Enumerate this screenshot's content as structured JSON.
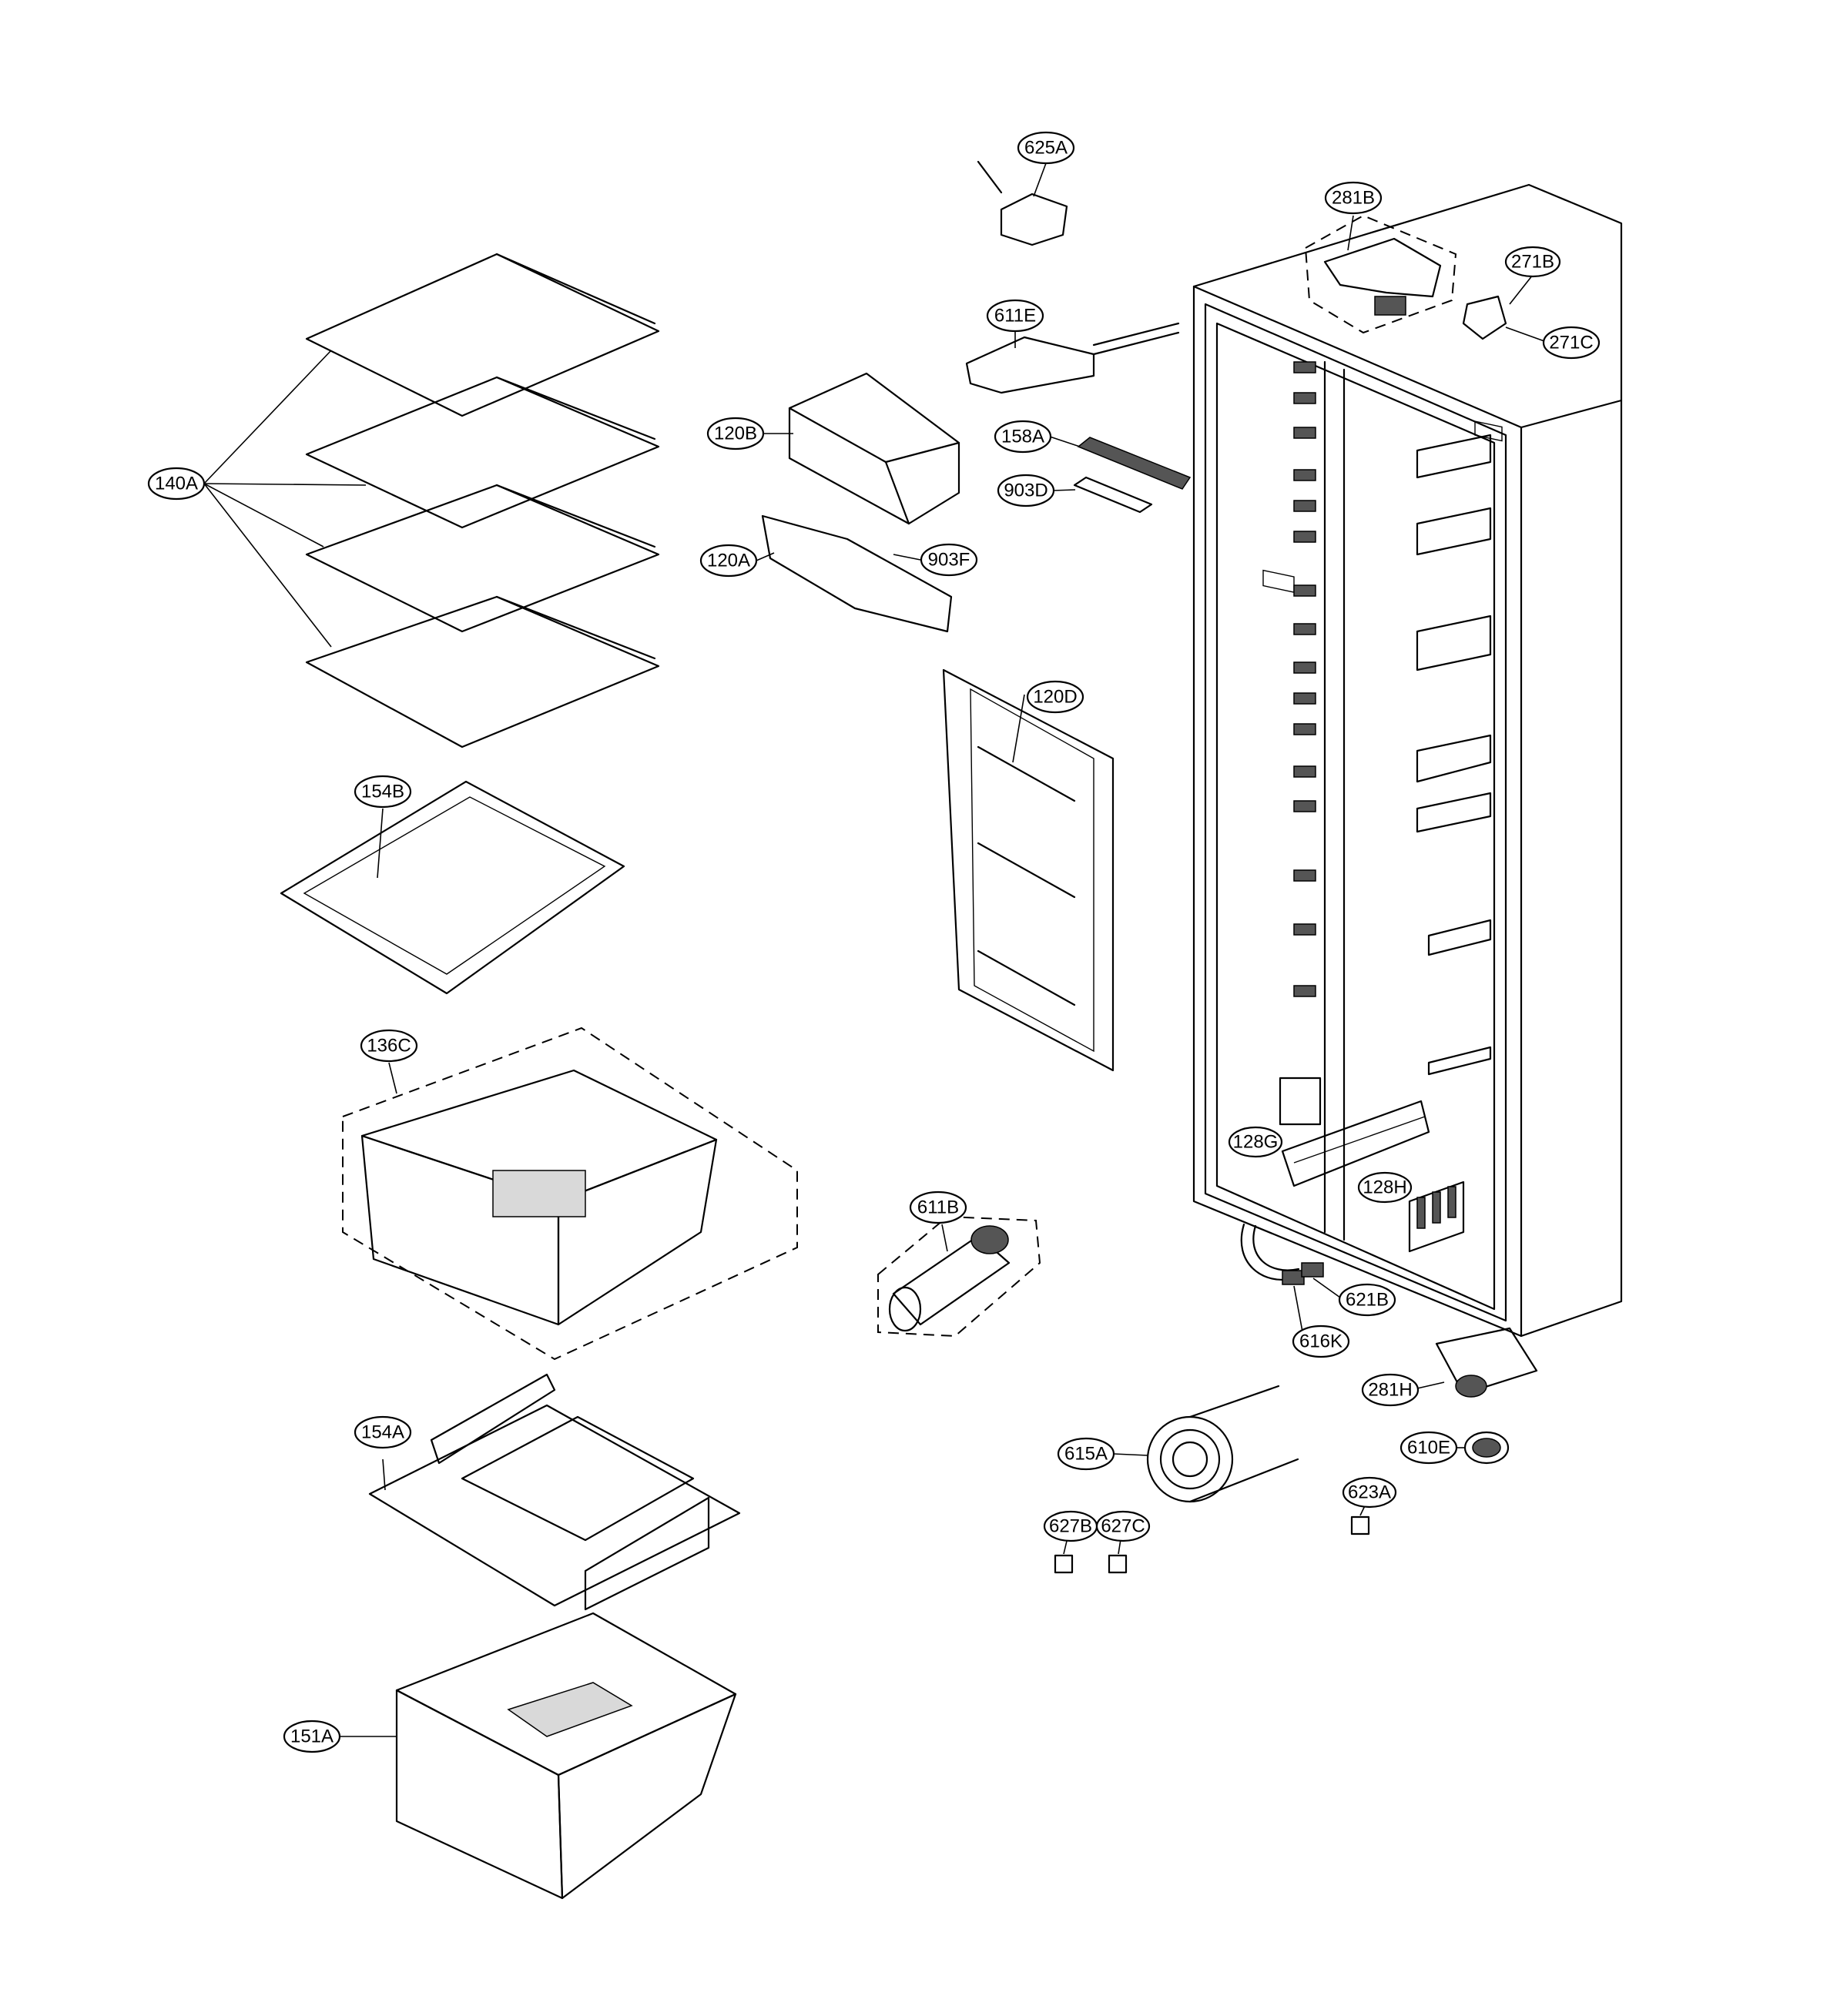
{
  "diagram": {
    "callouts": [
      {
        "id": "625A",
        "label": "625A"
      },
      {
        "id": "281B",
        "label": "281B"
      },
      {
        "id": "271B",
        "label": "271B"
      },
      {
        "id": "271C",
        "label": "271C"
      },
      {
        "id": "611E",
        "label": "611E"
      },
      {
        "id": "120B",
        "label": "120B"
      },
      {
        "id": "158A",
        "label": "158A"
      },
      {
        "id": "903D",
        "label": "903D"
      },
      {
        "id": "140A",
        "label": "140A"
      },
      {
        "id": "120A",
        "label": "120A"
      },
      {
        "id": "903F",
        "label": "903F"
      },
      {
        "id": "120D",
        "label": "120D"
      },
      {
        "id": "154B",
        "label": "154B"
      },
      {
        "id": "136C",
        "label": "136C"
      },
      {
        "id": "128G",
        "label": "128G"
      },
      {
        "id": "128H",
        "label": "128H"
      },
      {
        "id": "611B",
        "label": "611B"
      },
      {
        "id": "621B",
        "label": "621B"
      },
      {
        "id": "616K",
        "label": "616K"
      },
      {
        "id": "281H",
        "label": "281H"
      },
      {
        "id": "154A",
        "label": "154A"
      },
      {
        "id": "615A",
        "label": "615A"
      },
      {
        "id": "610E",
        "label": "610E"
      },
      {
        "id": "623A",
        "label": "623A"
      },
      {
        "id": "627B",
        "label": "627B"
      },
      {
        "id": "627C",
        "label": "627C"
      },
      {
        "id": "151A",
        "label": "151A"
      }
    ]
  }
}
